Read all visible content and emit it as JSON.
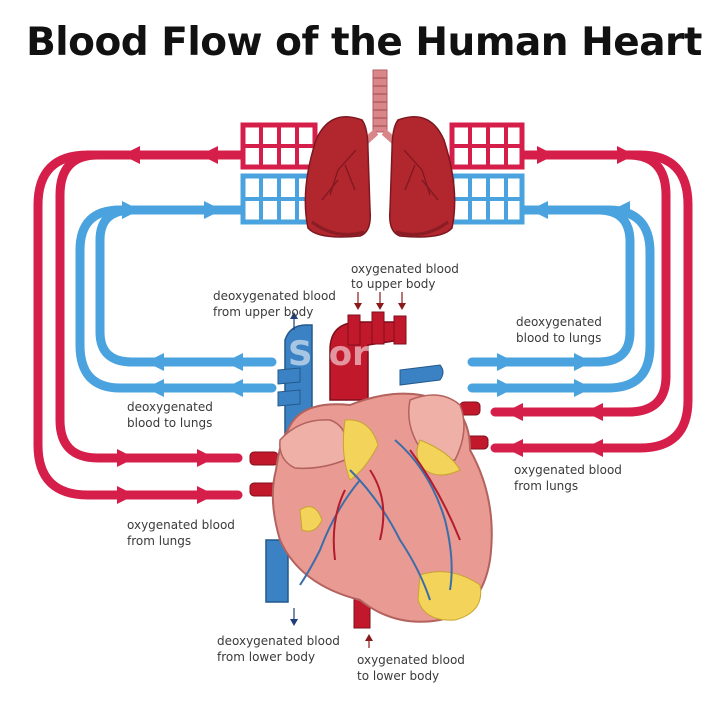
{
  "title": "Blood Flow of the Human Heart",
  "labels": {
    "deoxy_upper": [
      "deoxygenated blood",
      "from upper body"
    ],
    "oxy_upper": [
      "oxygenated blood",
      "to upper body"
    ],
    "deoxy_lungs_right": [
      "deoxygenated",
      "blood to lungs"
    ],
    "deoxy_lungs_left": [
      "deoxygenated",
      "blood to lungs"
    ],
    "oxy_lungs_right": [
      "oxygenated blood",
      "from lungs"
    ],
    "oxy_lungs_left": [
      "oxygenated blood",
      "from lungs"
    ],
    "deoxy_lower": [
      "deoxygenated blood",
      "from lower body"
    ],
    "oxy_lower": [
      "oxygenated blood",
      "to lower body"
    ]
  },
  "watermark": "Story",
  "colors": {
    "oxygenated": "#d51f4a",
    "deoxygenated": "#4aa3de",
    "heart": "#e99a93",
    "fat": "#f3d35a",
    "lungs": "#b2262e",
    "background": "#ffffff"
  }
}
